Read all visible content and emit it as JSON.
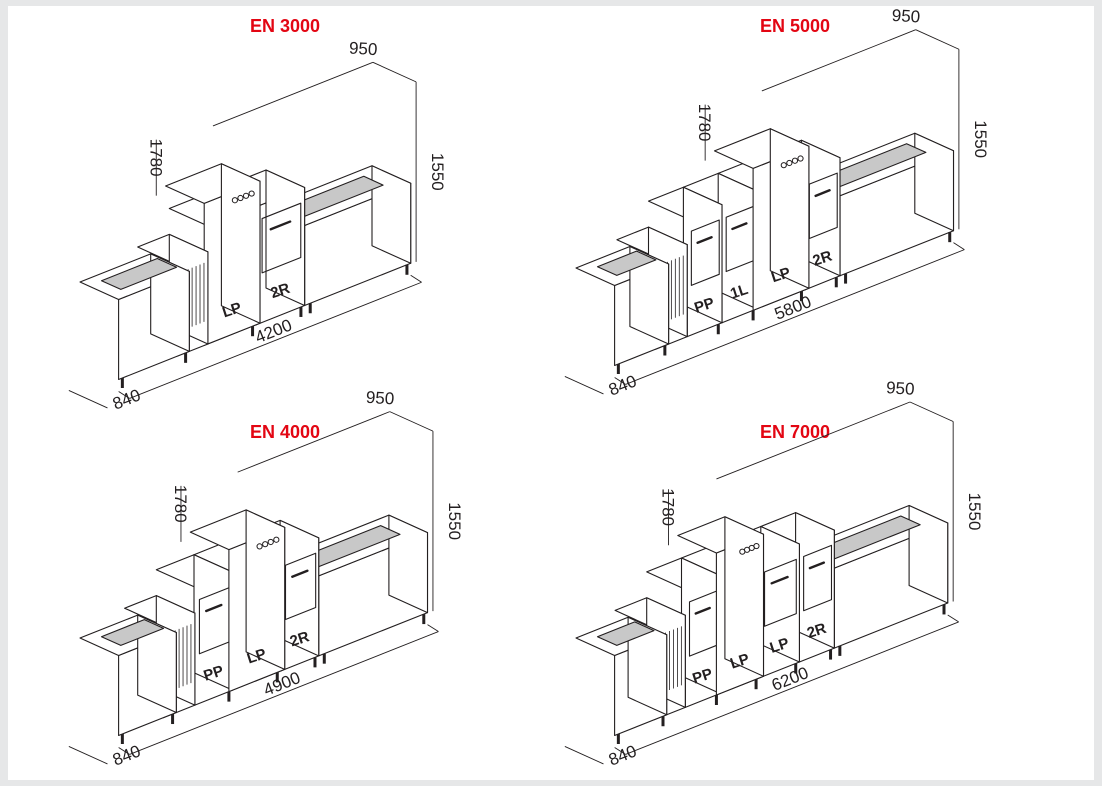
{
  "colors": {
    "title": "#e30613",
    "line": "#231f20",
    "belt": "#c8c8c8",
    "background": "#e6e7e8"
  },
  "models": [
    {
      "title": "EN 3000",
      "dimensions": {
        "length": "4200",
        "depth": "840",
        "width": "950",
        "height": "1550",
        "hood_height": "1780"
      },
      "modules": [
        "LP",
        "2R"
      ]
    },
    {
      "title": "EN 5000",
      "dimensions": {
        "length": "5800",
        "depth": "840",
        "width": "950",
        "height": "1550",
        "hood_height": "1780"
      },
      "modules": [
        "PP",
        "1L",
        "LP",
        "2R"
      ]
    },
    {
      "title": "EN 4000",
      "dimensions": {
        "length": "4900",
        "depth": "840",
        "width": "950",
        "height": "1550",
        "hood_height": "1780"
      },
      "modules": [
        "PP",
        "LP",
        "2R"
      ]
    },
    {
      "title": "EN 7000",
      "dimensions": {
        "length": "6200",
        "depth": "840",
        "width": "950",
        "height": "1550",
        "hood_height": "1780"
      },
      "modules": [
        "PP",
        "LP",
        "LP",
        "2R"
      ]
    }
  ]
}
